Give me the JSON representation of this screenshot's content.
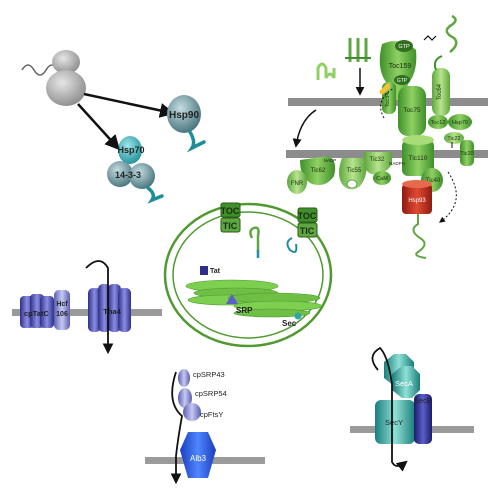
{
  "cytosol": {
    "hsp70": "Hsp70",
    "hsp90": "Hsp90",
    "protein_1433": "14-3-3"
  },
  "toc_tic": {
    "gtp_a": "GTP",
    "gtp_b": "GTP",
    "toc159": "Toc159",
    "toc34": "Toc34",
    "toc64": "Toc64",
    "toc75": "Toc75",
    "toc12": "Toc12",
    "hsp70": "Hsp70",
    "tic22": "Tic22",
    "tic20": "Tic20",
    "tic110": "Tic110",
    "tic40": "Tic40",
    "hsp93": "Hsp93",
    "tic62": "Tic62",
    "tic55": "Tic55",
    "tic32": "Tic32",
    "cam": "CaM",
    "fnr": "FNR",
    "nadp": "NADP",
    "nadph": "NADPH"
  },
  "chloroplast": {
    "toc_left": "TOC",
    "tic_left": "TIC",
    "toc_right": "TOC",
    "tic_right": "TIC",
    "tat": "Tat",
    "srp": "SRP",
    "sec": "Sec"
  },
  "tat_pathway": {
    "cptatc": "cpTatC",
    "hcf106_a": "Hcf",
    "hcf106_b": "106",
    "tha4": "Tha4"
  },
  "srp_pathway": {
    "cpsrp43": "cpSRP43",
    "cpsrp54": "cpSRP54",
    "cpftsy": "cpFtsY",
    "alb3": "Alb3"
  },
  "sec_pathway": {
    "seca": "SecA",
    "sece": "SecE",
    "secy": "SecY"
  }
}
